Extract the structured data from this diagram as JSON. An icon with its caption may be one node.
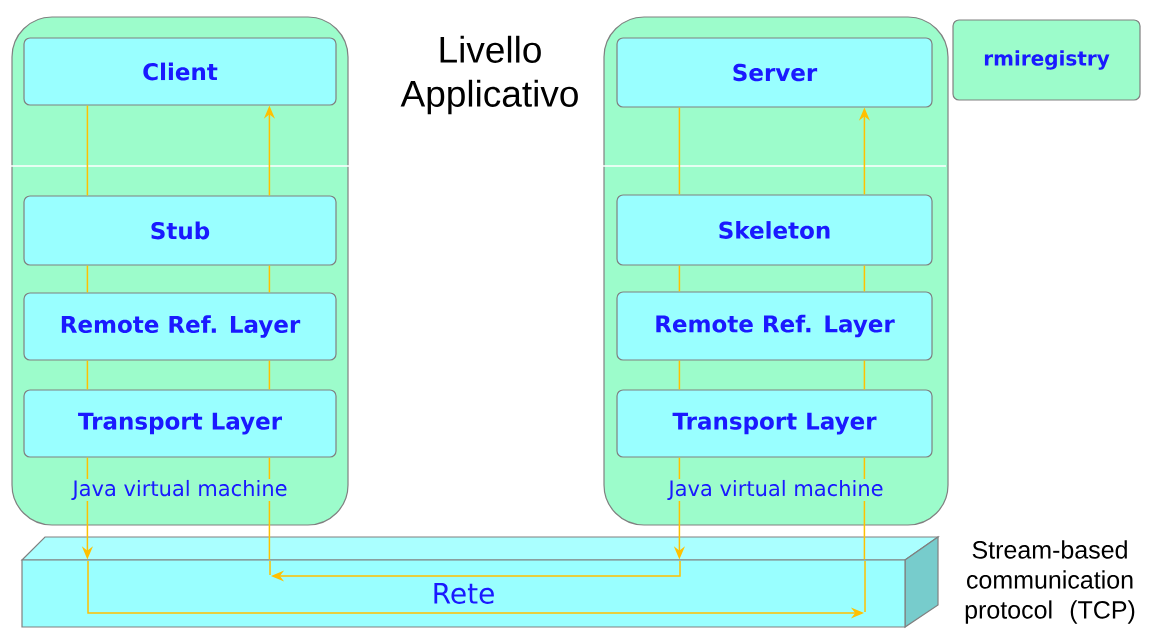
{
  "diagram": {
    "nodes": [
      {
        "text": [
          "Java virtual machine"
        ]
      },
      {
        "text": [
          "Client"
        ],
        "in": 0
      },
      {
        "text": [
          "Stub"
        ],
        "in": 0
      },
      {
        "text": [
          "Remote Ref. Layer"
        ],
        "in": 0
      },
      {
        "text": [
          "Transport Layer"
        ],
        "in": 0
      },
      {
        "text": [
          "Java virtual machine"
        ]
      },
      {
        "text": [
          "Server"
        ],
        "in": 5
      },
      {
        "text": [
          "Skeleton"
        ],
        "in": 5
      },
      {
        "text": [
          "Remote Ref. Layer"
        ],
        "in": 5
      },
      {
        "text": [
          "Transport Layer"
        ],
        "in": 5
      },
      {
        "text": [
          "rmiregistry"
        ]
      },
      {
        "text": [
          "Rete"
        ],
        "beside": [
          "Stream-based communication protocol (TCP)"
        ]
      }
    ],
    "edges": [
      {
        "from": 1,
        "to": 2,
        "arrow": "none"
      },
      {
        "from": 2,
        "to": 3,
        "arrow": "none"
      },
      {
        "from": 3,
        "to": 4,
        "arrow": "none"
      },
      {
        "from": 4,
        "to": 11,
        "arrow": "to"
      },
      {
        "from": 11,
        "to": 9,
        "arrow": "none"
      },
      {
        "from": 9,
        "to": 8,
        "arrow": "none"
      },
      {
        "from": 8,
        "to": 7,
        "arrow": "none"
      },
      {
        "from": 7,
        "to": 6,
        "arrow": "to"
      },
      {
        "from": 6,
        "to": 7,
        "arrow": "none"
      },
      {
        "from": 7,
        "to": 8,
        "arrow": "none"
      },
      {
        "from": 8,
        "to": 9,
        "arrow": "none"
      },
      {
        "from": 9,
        "to": 11,
        "arrow": "to"
      },
      {
        "from": 11,
        "to": 4,
        "arrow": "none"
      },
      {
        "from": 4,
        "to": 3,
        "arrow": "none"
      },
      {
        "from": 3,
        "to": 2,
        "arrow": "none"
      },
      {
        "from": 2,
        "to": 1,
        "arrow": "to"
      }
    ],
    "labels": [
      "Livello Applicativo"
    ]
  }
}
